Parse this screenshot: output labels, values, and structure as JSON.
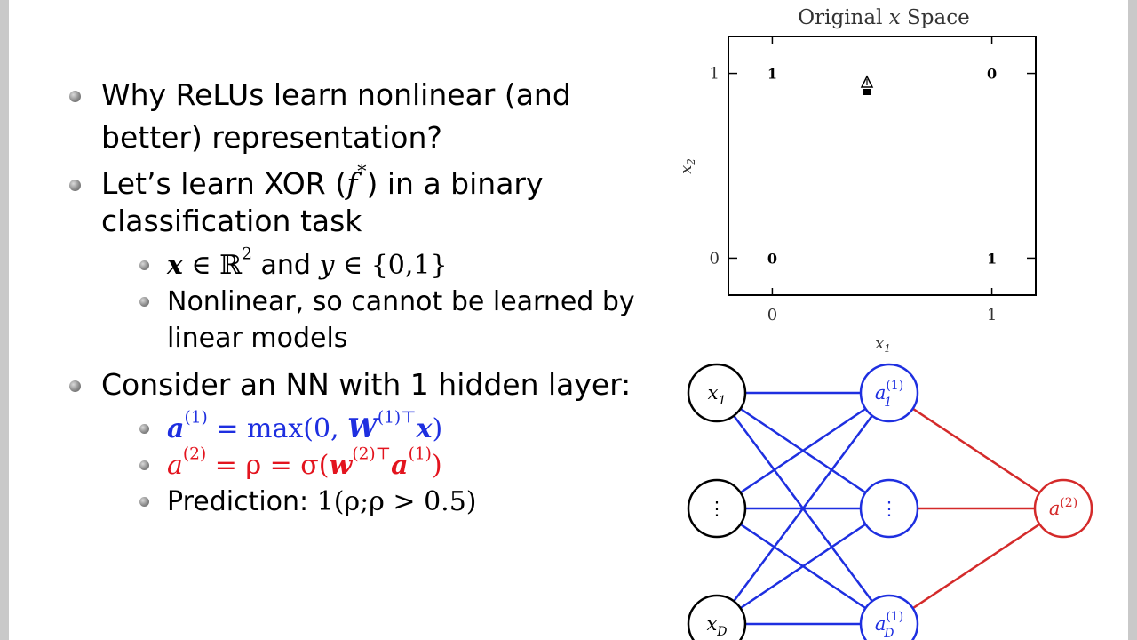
{
  "bullets": [
    {
      "line1": "Why ReLUs learn nonlinear (and",
      "line2": "better) representation?"
    },
    {
      "line1_a": "Let’s learn XOR (",
      "line1_f": "f",
      "line1_sup": "*",
      "line1_b": ") in a binary",
      "line2": "classification task"
    },
    {
      "line1": "Consider an NN with 1 hidden layer:"
    }
  ],
  "sub_bullets": {
    "xor_domain": {
      "x": "x",
      "in": " ∈ ℝ",
      "sup": "2",
      "and": " and ",
      "y": "y",
      "set": " ∈ {0,1}"
    },
    "nonlinear": {
      "line1": "Nonlinear, so cannot be learned by",
      "line2": "linear models"
    },
    "hidden_eq": {
      "a": "a",
      "a_sup": "(1)",
      "eq": " = max(0, ",
      "w": "W",
      "w_sup": "(1)⊤",
      "x": "x",
      "close": ")"
    },
    "output_eq": {
      "a": "a",
      "a_sup": "(2)",
      "eq": " = ρ = σ(",
      "w": "w",
      "w_sup": "(2)⊤",
      "a2": "a",
      "a2_sup": "(1)",
      "close": ")"
    },
    "prediction": {
      "label": "Prediction: ",
      "formula": "1(ρ;ρ > 0.5)"
    }
  },
  "chart_data": {
    "type": "scatter",
    "title": "Original x Space",
    "xlabel": "x1",
    "ylabel": "x2",
    "xlim": [
      -0.2,
      1.2
    ],
    "ylim": [
      -0.2,
      1.2
    ],
    "xticks": [
      "0",
      "1"
    ],
    "yticks": [
      "0",
      "1"
    ],
    "points": [
      {
        "x": 0,
        "y": 1,
        "label": "1"
      },
      {
        "x": 1,
        "y": 1,
        "label": "0"
      },
      {
        "x": 0,
        "y": 0,
        "label": "0"
      },
      {
        "x": 1,
        "y": 0,
        "label": "1"
      }
    ],
    "grid": false
  },
  "network": {
    "input_nodes": [
      "x1",
      "⋮",
      "xD"
    ],
    "hidden_nodes": [
      "a1(1)",
      "⋮",
      "aD(1)"
    ],
    "output_node": "a(2)",
    "hidden_color": "#1e2fe0",
    "output_color": "#d42a2a"
  }
}
